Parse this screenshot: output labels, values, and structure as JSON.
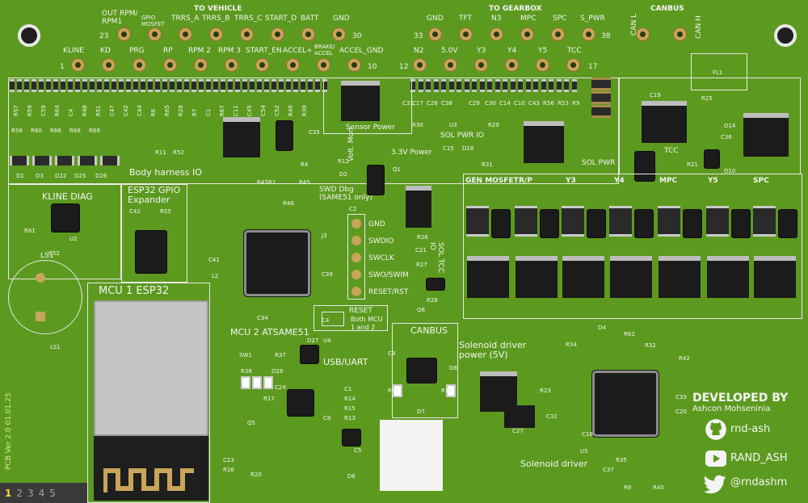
{
  "header": {
    "to_vehicle": "TO VEHICLE",
    "to_gearbox": "TO GEARBOX",
    "canbus": "CANBUS",
    "out_rpm": "OUT RPM/\nRPM1",
    "gpio_mosfet": "GPIO\nMOSFET",
    "brake_accel": "BRAKE/\nACCEL"
  },
  "pins": {
    "top_row": [
      "TRRS_A",
      "TRRS_B",
      "TRRS_C",
      "START_D",
      "BATT",
      "GND",
      "GND",
      "TFT",
      "N3",
      "MPC",
      "SPC",
      "S_PWR"
    ],
    "bottom_row": [
      "KLINE",
      "KD",
      "PRG",
      "RP",
      "RPM 2",
      "RPM 3",
      "START_EN",
      "ACCEL+",
      "ACCEL_GND",
      "N2",
      "5.0V",
      "Y3",
      "Y4",
      "Y5",
      "TCC"
    ],
    "numbers": [
      "23",
      "30",
      "1",
      "10",
      "33",
      "38",
      "12",
      "17"
    ],
    "can_l": "CAN L",
    "can_h": "CAN H"
  },
  "sections": {
    "body_harness_io": "Body harness IO",
    "kline_diag": "KLINE DIAG",
    "esp32_gpio": "ESP32 GPIO\nExpander",
    "sensor_power": "Sensor Power",
    "power_3v3": "3.3V Power",
    "swd_dbg": "SWD Dbg\n(SAME51 only)",
    "volt_mon": "Volt. Mon",
    "sol_pwr_io": "SOL PWR IO",
    "sol_pwr": "SOL PWR",
    "tcc": "TCC",
    "gen_mosfet": "GEN MOSFET",
    "rp": "R/P",
    "y3": "Y3",
    "y4": "Y4",
    "mpc": "MPC",
    "y5": "Y5",
    "spc": "SPC",
    "mcu1": "MCU 1 ESP32",
    "mcu2": "MCU 2 ATSAME51",
    "reset": "RESET",
    "reset_note": "Both MCU\n1 and 2",
    "canbus2": "CANBUS",
    "usb_uart": "USB/UART",
    "solenoid_driver_power": "Solenoid driver\npower (5V)",
    "solenoid_driver": "Solenoid driver",
    "sol_tcc_io": "SOL TCC\nIO",
    "fl1": "FL1"
  },
  "swd_pins": [
    "GND",
    "SWDIO",
    "SWCLK",
    "SWO/SWIM",
    "RESET/RST"
  ],
  "credits": {
    "developed_by": "DEVELOPED BY",
    "name": "Ashcon Mohseninia",
    "github": "rnd-ash",
    "youtube": "RAND_ASH",
    "twitter": "@rndashm"
  },
  "pcb_version": "PCB Ver 2.0 01.01.25",
  "layer_tabs": [
    "1",
    "2",
    "3",
    "4",
    "5"
  ],
  "refdes": {
    "top_resistors": [
      "R57",
      "R59",
      "C59",
      "R64",
      "C4",
      "R48",
      "R51",
      "C47",
      "C42",
      "C44",
      "R6",
      "R65",
      "R28",
      "R7",
      "C1",
      "R67",
      "C11",
      "C45",
      "C54",
      "C52",
      "R49",
      "R39"
    ],
    "misc": [
      "R58",
      "R60",
      "R66",
      "R68",
      "R69",
      "D1",
      "D3",
      "D22",
      "D25",
      "D26",
      "R61",
      "U2",
      "C42",
      "R55",
      "C52",
      "LS1",
      "R43",
      "R1",
      "R45",
      "R46",
      "C35",
      "R4",
      "R12",
      "D2",
      "C2",
      "J3",
      "C39",
      "C34",
      "C41",
      "L2",
      "C4",
      "SW1",
      "R37",
      "R38",
      "D28",
      "D27",
      "U4",
      "C9",
      "R19",
      "D8",
      "R18",
      "D7",
      "C1",
      "R14",
      "R15",
      "R13",
      "C8",
      "C5",
      "D6",
      "R17",
      "Q5",
      "R20",
      "R16",
      "C23",
      "C24",
      "U3",
      "R29",
      "R30",
      "C15",
      "D18",
      "R31",
      "Q1",
      "C21",
      "R27",
      "R28",
      "Q8",
      "R26",
      "C19",
      "R25",
      "D14",
      "C36",
      "D10",
      "R21",
      "D4",
      "R62",
      "R32",
      "R34",
      "R23",
      "C32",
      "C16",
      "U5",
      "R35",
      "C37",
      "R8",
      "R40",
      "R42",
      "C33",
      "C20",
      "C27",
      "C31",
      "C17",
      "C26",
      "C38",
      "C29",
      "C30",
      "C14",
      "C10",
      "C43",
      "R56",
      "R53",
      "R9",
      "R11",
      "R52"
    ]
  }
}
